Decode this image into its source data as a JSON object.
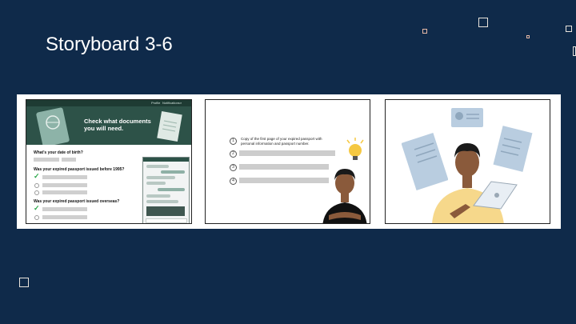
{
  "slide": {
    "title": "Storyboard 3-6"
  },
  "colors": {
    "background": "#0f2a4a",
    "hero_green": "#2d5248",
    "nav_green": "#1e3b33",
    "check_green": "#2ba84a",
    "skin": "#8a5a3b",
    "shirt_yellow": "#f6d88b",
    "document_blue": "#b9cde0",
    "bulb_yellow": "#f5c842"
  },
  "panel1": {
    "hero_text": "Check what documents\nyou will need.",
    "nav_items": [
      "Profile",
      "Notifications"
    ],
    "questions": [
      "What's your date of birth?",
      "Was your expired passport issued before 1995?",
      "Was your expired passport issued overseas?"
    ],
    "passport_label": "PASSPORT",
    "icons": [
      "passport-icon",
      "document-icon",
      "checkmark-icon",
      "search-icon"
    ]
  },
  "panel2": {
    "list_numbers": [
      "1",
      "2",
      "3",
      "4"
    ],
    "first_item_text": "Copy of the first page of your expired passport with personal information and passport number.",
    "icons": [
      "lightbulb-icon"
    ]
  },
  "panel3": {
    "icons": [
      "id-card-icon",
      "document-icon",
      "laptop-icon"
    ]
  }
}
